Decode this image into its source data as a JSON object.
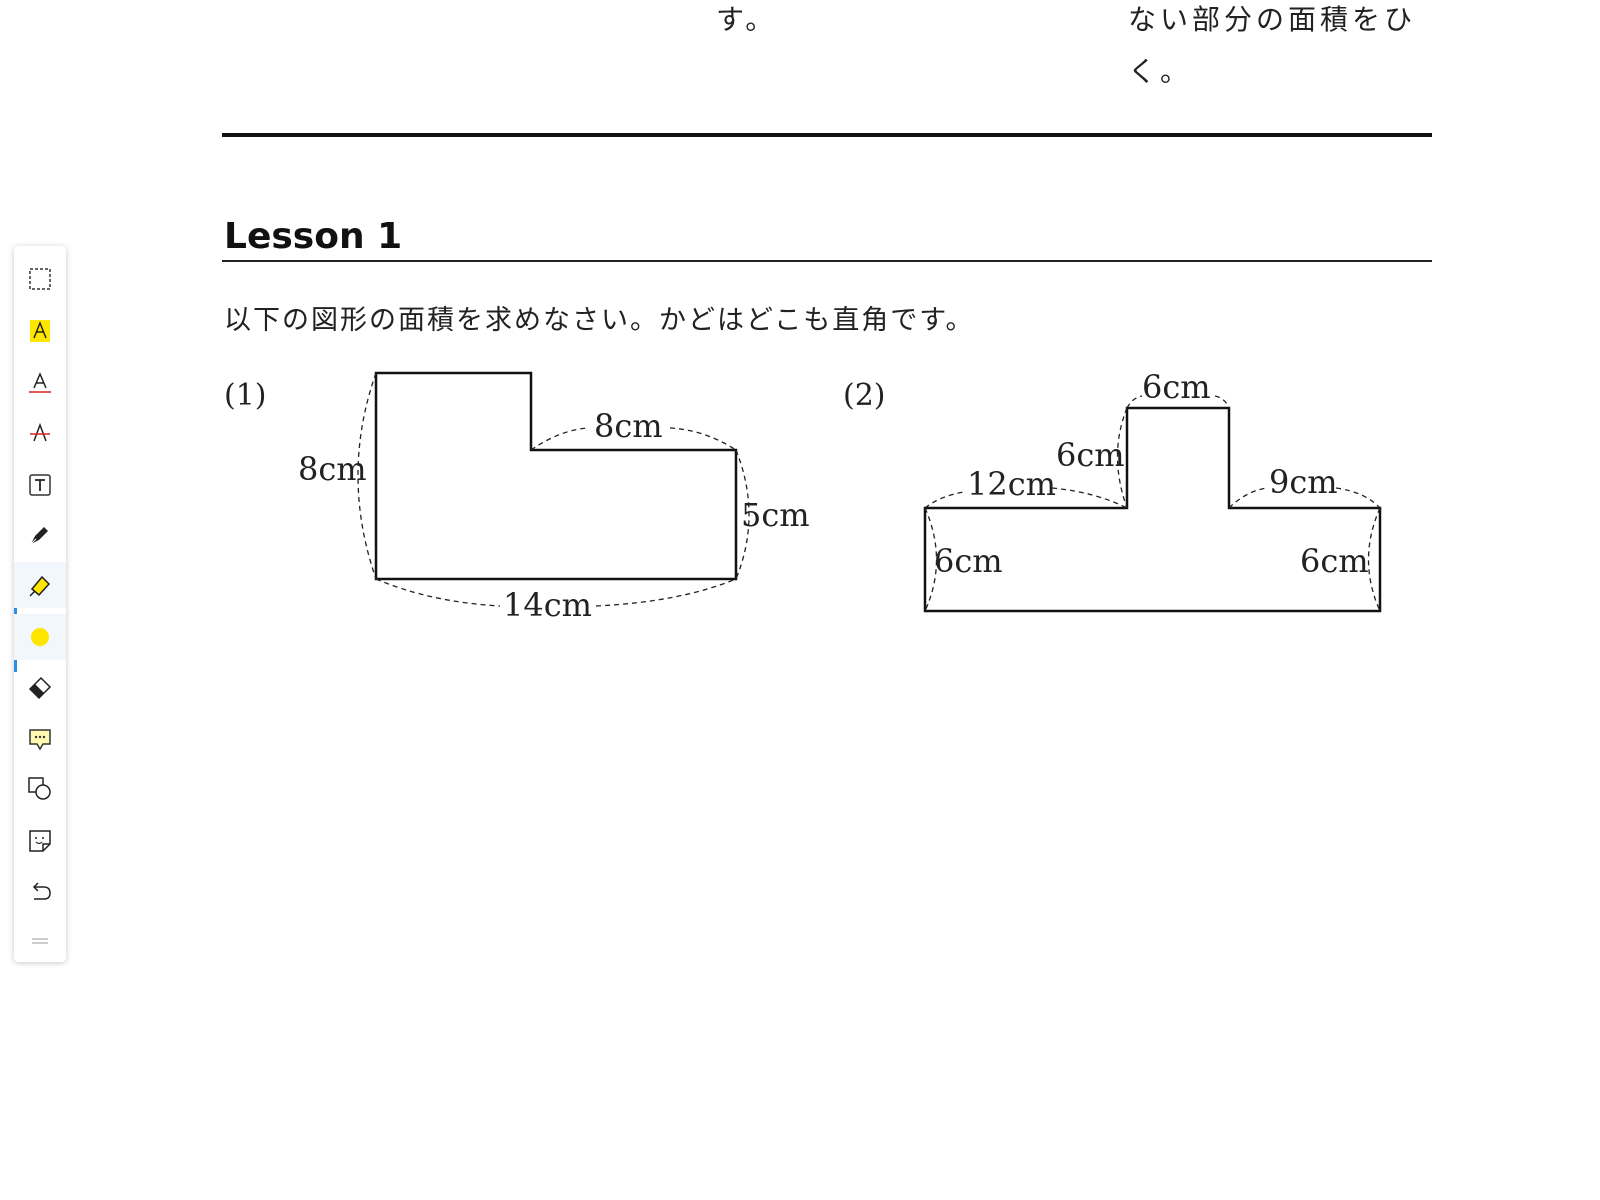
{
  "page": {
    "top_text_left": "す。",
    "top_text_right": "ない部分の面積をひく。",
    "lesson_title": "Lesson 1",
    "instruction": "以下の図形の面積を求めなさい。かどはどこも直角です。"
  },
  "questions": [
    {
      "number": "(1)",
      "labels": {
        "left": "8cm",
        "inner_top": "8cm",
        "right": "5cm",
        "bottom": "14cm"
      }
    },
    {
      "number": "(2)",
      "labels": {
        "top": "6cm",
        "step_left": "6cm",
        "left_top": "12cm",
        "right_top": "9cm",
        "left_side": "6cm",
        "right_side": "6cm"
      }
    }
  ],
  "toolbar": {
    "tools": [
      {
        "name": "select-tool",
        "icon": "dashed-rectangle-icon",
        "active": false
      },
      {
        "name": "highlight-text-tool",
        "icon": "highlight-text-icon",
        "active": false
      },
      {
        "name": "underline-tool",
        "icon": "underline-icon",
        "active": false
      },
      {
        "name": "strikethrough-tool",
        "icon": "strikethrough-icon",
        "active": false
      },
      {
        "name": "text-box-tool",
        "icon": "text-box-icon",
        "active": false
      },
      {
        "name": "pen-tool",
        "icon": "pen-icon",
        "active": false
      },
      {
        "name": "highlighter-tool",
        "icon": "highlighter-icon",
        "active": true
      },
      {
        "name": "color-picker",
        "icon": "color-dot-icon",
        "active": true
      },
      {
        "name": "eraser-tool",
        "icon": "eraser-icon",
        "active": false
      },
      {
        "name": "comment-tool",
        "icon": "comment-icon",
        "active": false
      },
      {
        "name": "shape-tool",
        "icon": "shapes-icon",
        "active": false
      },
      {
        "name": "sticker-tool",
        "icon": "sticker-icon",
        "active": false
      },
      {
        "name": "undo-tool",
        "icon": "undo-icon",
        "active": false
      }
    ],
    "colors": {
      "highlight": "#ffe600",
      "accent": "#2a8ee6",
      "annotation_red": "#d22"
    }
  }
}
